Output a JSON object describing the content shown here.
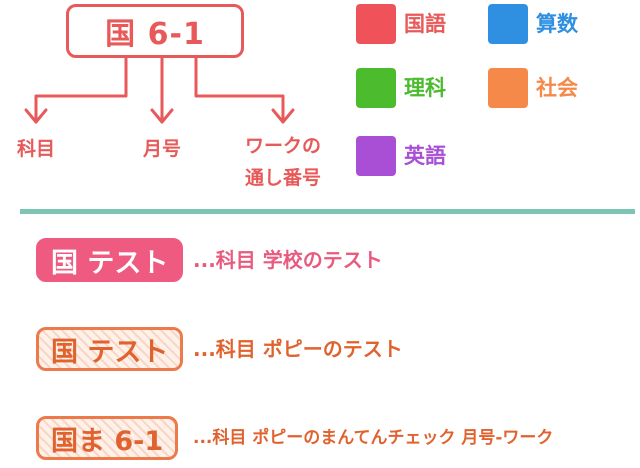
{
  "diagram": {
    "code": "国 6-1",
    "parts": [
      {
        "label": "科目"
      },
      {
        "label": "月号"
      },
      {
        "label": "ワークの\n通し番号"
      }
    ]
  },
  "legend": [
    {
      "label": "国語",
      "color": "#f0525a"
    },
    {
      "label": "算数",
      "color": "#2f8fe0"
    },
    {
      "label": "理科",
      "color": "#4cbb2e"
    },
    {
      "label": "社会",
      "color": "#f5894a"
    },
    {
      "label": "英語",
      "color": "#a84fd6"
    }
  ],
  "examples": [
    {
      "badge": "国 テスト",
      "desc": "...科目 学校のテスト"
    },
    {
      "badge": "国 テスト",
      "desc": "...科目 ポピーのテスト"
    },
    {
      "badge": "国ま 6-1",
      "desc": "...科目 ポピーのまんてんチェック 月号-ワーク"
    }
  ]
}
